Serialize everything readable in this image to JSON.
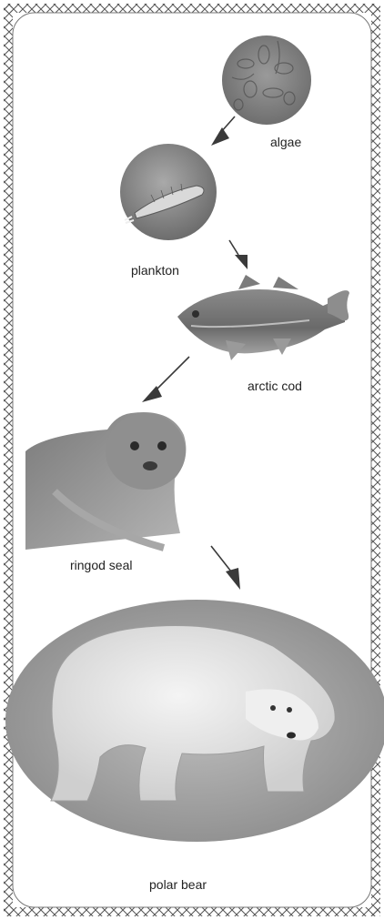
{
  "diagram": {
    "type": "food-chain",
    "organisms": [
      {
        "id": "algae",
        "label": "algae"
      },
      {
        "id": "plankton",
        "label": "plankton"
      },
      {
        "id": "arctic-cod",
        "label": "arctic cod"
      },
      {
        "id": "ringed-seal",
        "label": "ringod seal"
      },
      {
        "id": "polar-bear",
        "label": "polar bear"
      }
    ],
    "arrows": [
      {
        "from": "algae",
        "to": "plankton"
      },
      {
        "from": "plankton",
        "to": "arctic-cod"
      },
      {
        "from": "arctic-cod",
        "to": "ringed-seal"
      },
      {
        "from": "ringed-seal",
        "to": "polar-bear"
      }
    ]
  },
  "colors": {
    "border": "#555555",
    "arrow": "#3a3a3a",
    "label": "#222222"
  }
}
